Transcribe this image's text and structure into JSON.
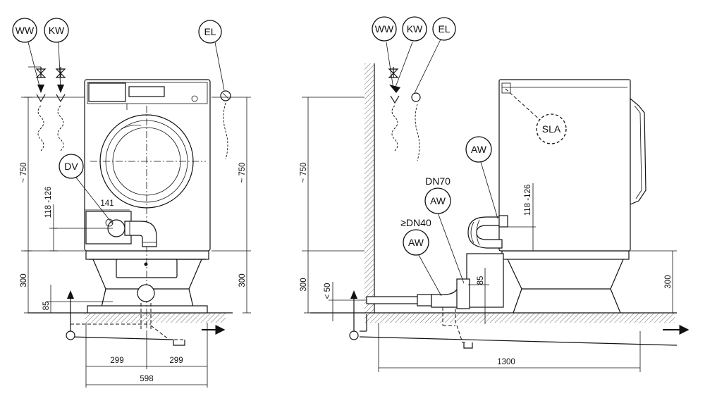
{
  "labels": {
    "ww": "WW",
    "kw": "KW",
    "el": "EL",
    "dv": "DV",
    "aw": "AW",
    "sla": "SLA",
    "dn70": "DN70",
    "dn40": "≥DN40"
  },
  "front_view": {
    "dim_750_left": "~ 750",
    "dim_118_126": "118 -126",
    "dim_141": "141",
    "dim_300_left": "300",
    "dim_85": "85",
    "dim_750_right": "~ 750",
    "dim_300_right": "300",
    "dim_299_left": "299",
    "dim_299_right": "299",
    "dim_598": "598"
  },
  "side_view": {
    "dim_750": "~ 750",
    "dim_300_left": "300",
    "dim_lt50": "< 50",
    "dim_85": "85",
    "dim_118_126": "118 -126",
    "dim_300_right": "300",
    "dim_1300": "1300"
  }
}
